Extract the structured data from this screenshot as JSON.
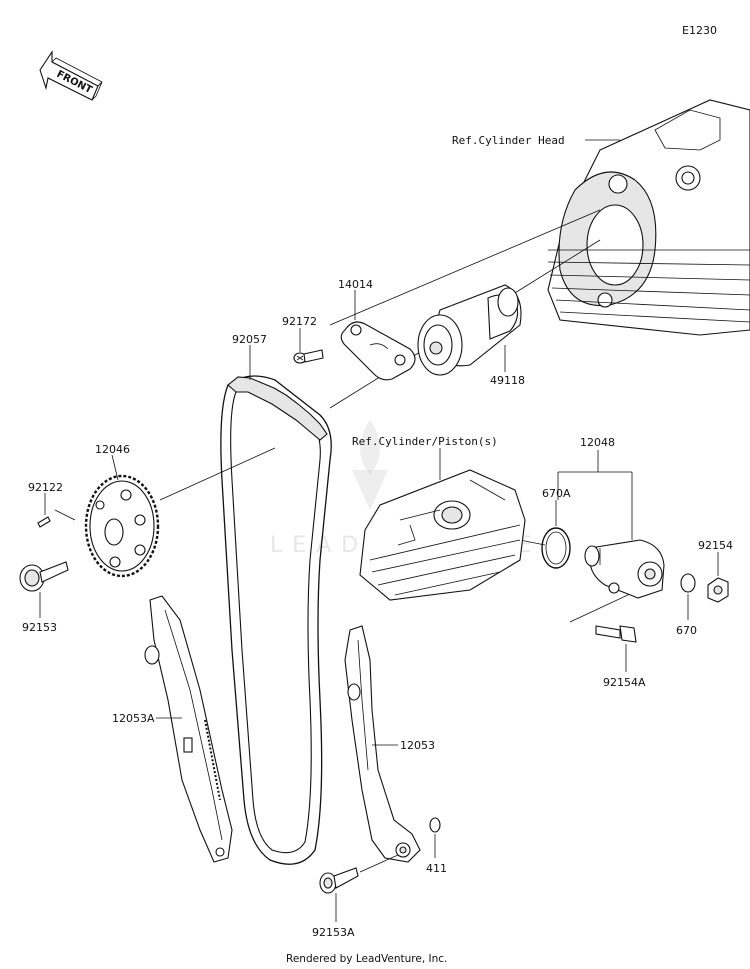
{
  "diagram_code": "E1230",
  "front_label": "FRONT",
  "refs": {
    "cylinder_head": "Ref.Cylinder Head",
    "cylinder_piston": "Ref.Cylinder/Piston(s)"
  },
  "parts": {
    "p14014": "14014",
    "p92172": "92172",
    "p92057": "92057",
    "p49118": "49118",
    "p12046": "12046",
    "p92122": "92122",
    "p92153": "92153",
    "p12048": "12048",
    "p670A": "670A",
    "p92154": "92154",
    "p670": "670",
    "p92154A": "92154A",
    "p12053A": "12053A",
    "p12053": "12053",
    "p411": "411",
    "p92153A": "92153A"
  },
  "watermark": "LEADVENTURE",
  "footer": "Rendered by LeadVenture, Inc."
}
